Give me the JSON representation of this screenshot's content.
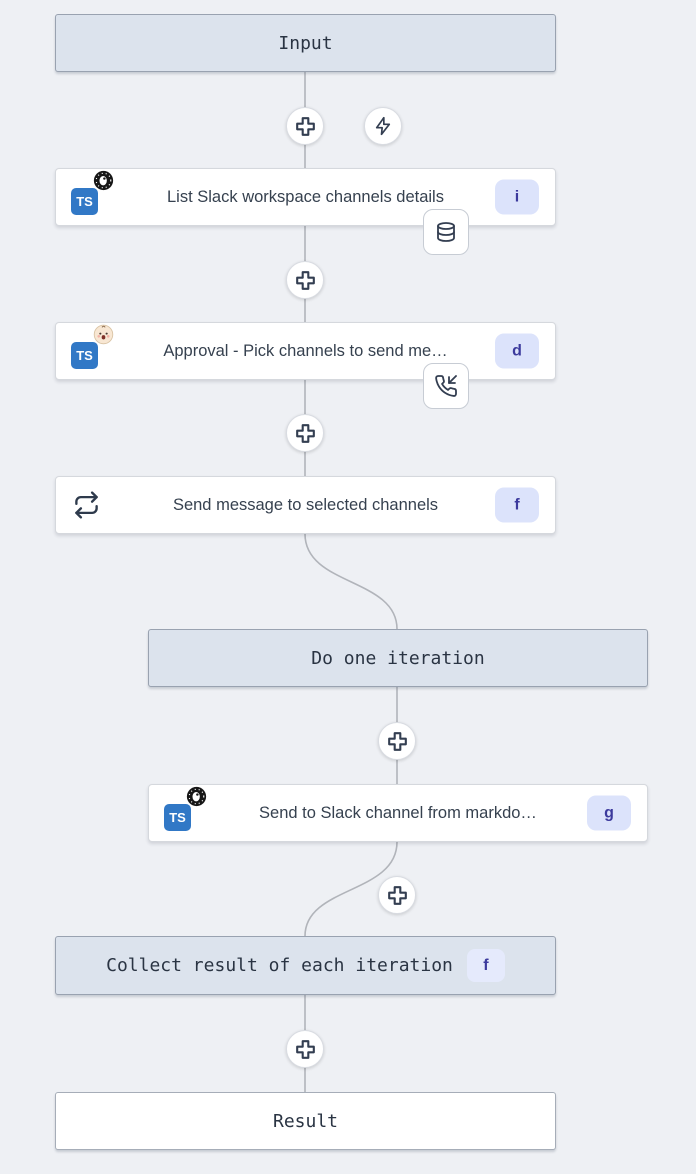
{
  "flow": {
    "input": {
      "label": "Input"
    },
    "steps": [
      {
        "title": "List Slack workspace channels details",
        "badge": "i",
        "attachment": "database-icon"
      },
      {
        "title": "Approval - Pick channels to send me…",
        "badge": "d",
        "attachment": "phone-incoming-icon"
      },
      {
        "title": "Send message to selected channels",
        "badge": "f"
      }
    ],
    "loop": {
      "header": "Do one iteration",
      "step": {
        "title": "Send to Slack channel from markdo…",
        "badge": "g"
      },
      "collect": {
        "label": "Collect result of each iteration",
        "badge": "f"
      }
    },
    "result": {
      "label": "Result"
    }
  },
  "icons": {
    "ts_label": "TS",
    "plus": "plus-icon",
    "lightning": "lightning-bolt-icon",
    "database": "database-icon",
    "phone_incoming": "phone-incoming-icon",
    "repeat": "repeat-loop-icon",
    "spiral": "spiral-emoji-icon",
    "baby": "baby-face-emoji-icon"
  },
  "colors": {
    "canvas_bg": "#eef0f4",
    "header_fill": "#dce3ed",
    "header_border": "#99a2b0",
    "node_fill": "#ffffff",
    "node_border": "#d5d8dd",
    "badge_bg": "#dce3fb",
    "badge_bg_soft": "#e5eafc",
    "badge_text": "#3c3a9d",
    "ts_blue": "#3178c6",
    "wire": "#b1b4ba",
    "icon_stroke": "#333e51"
  }
}
